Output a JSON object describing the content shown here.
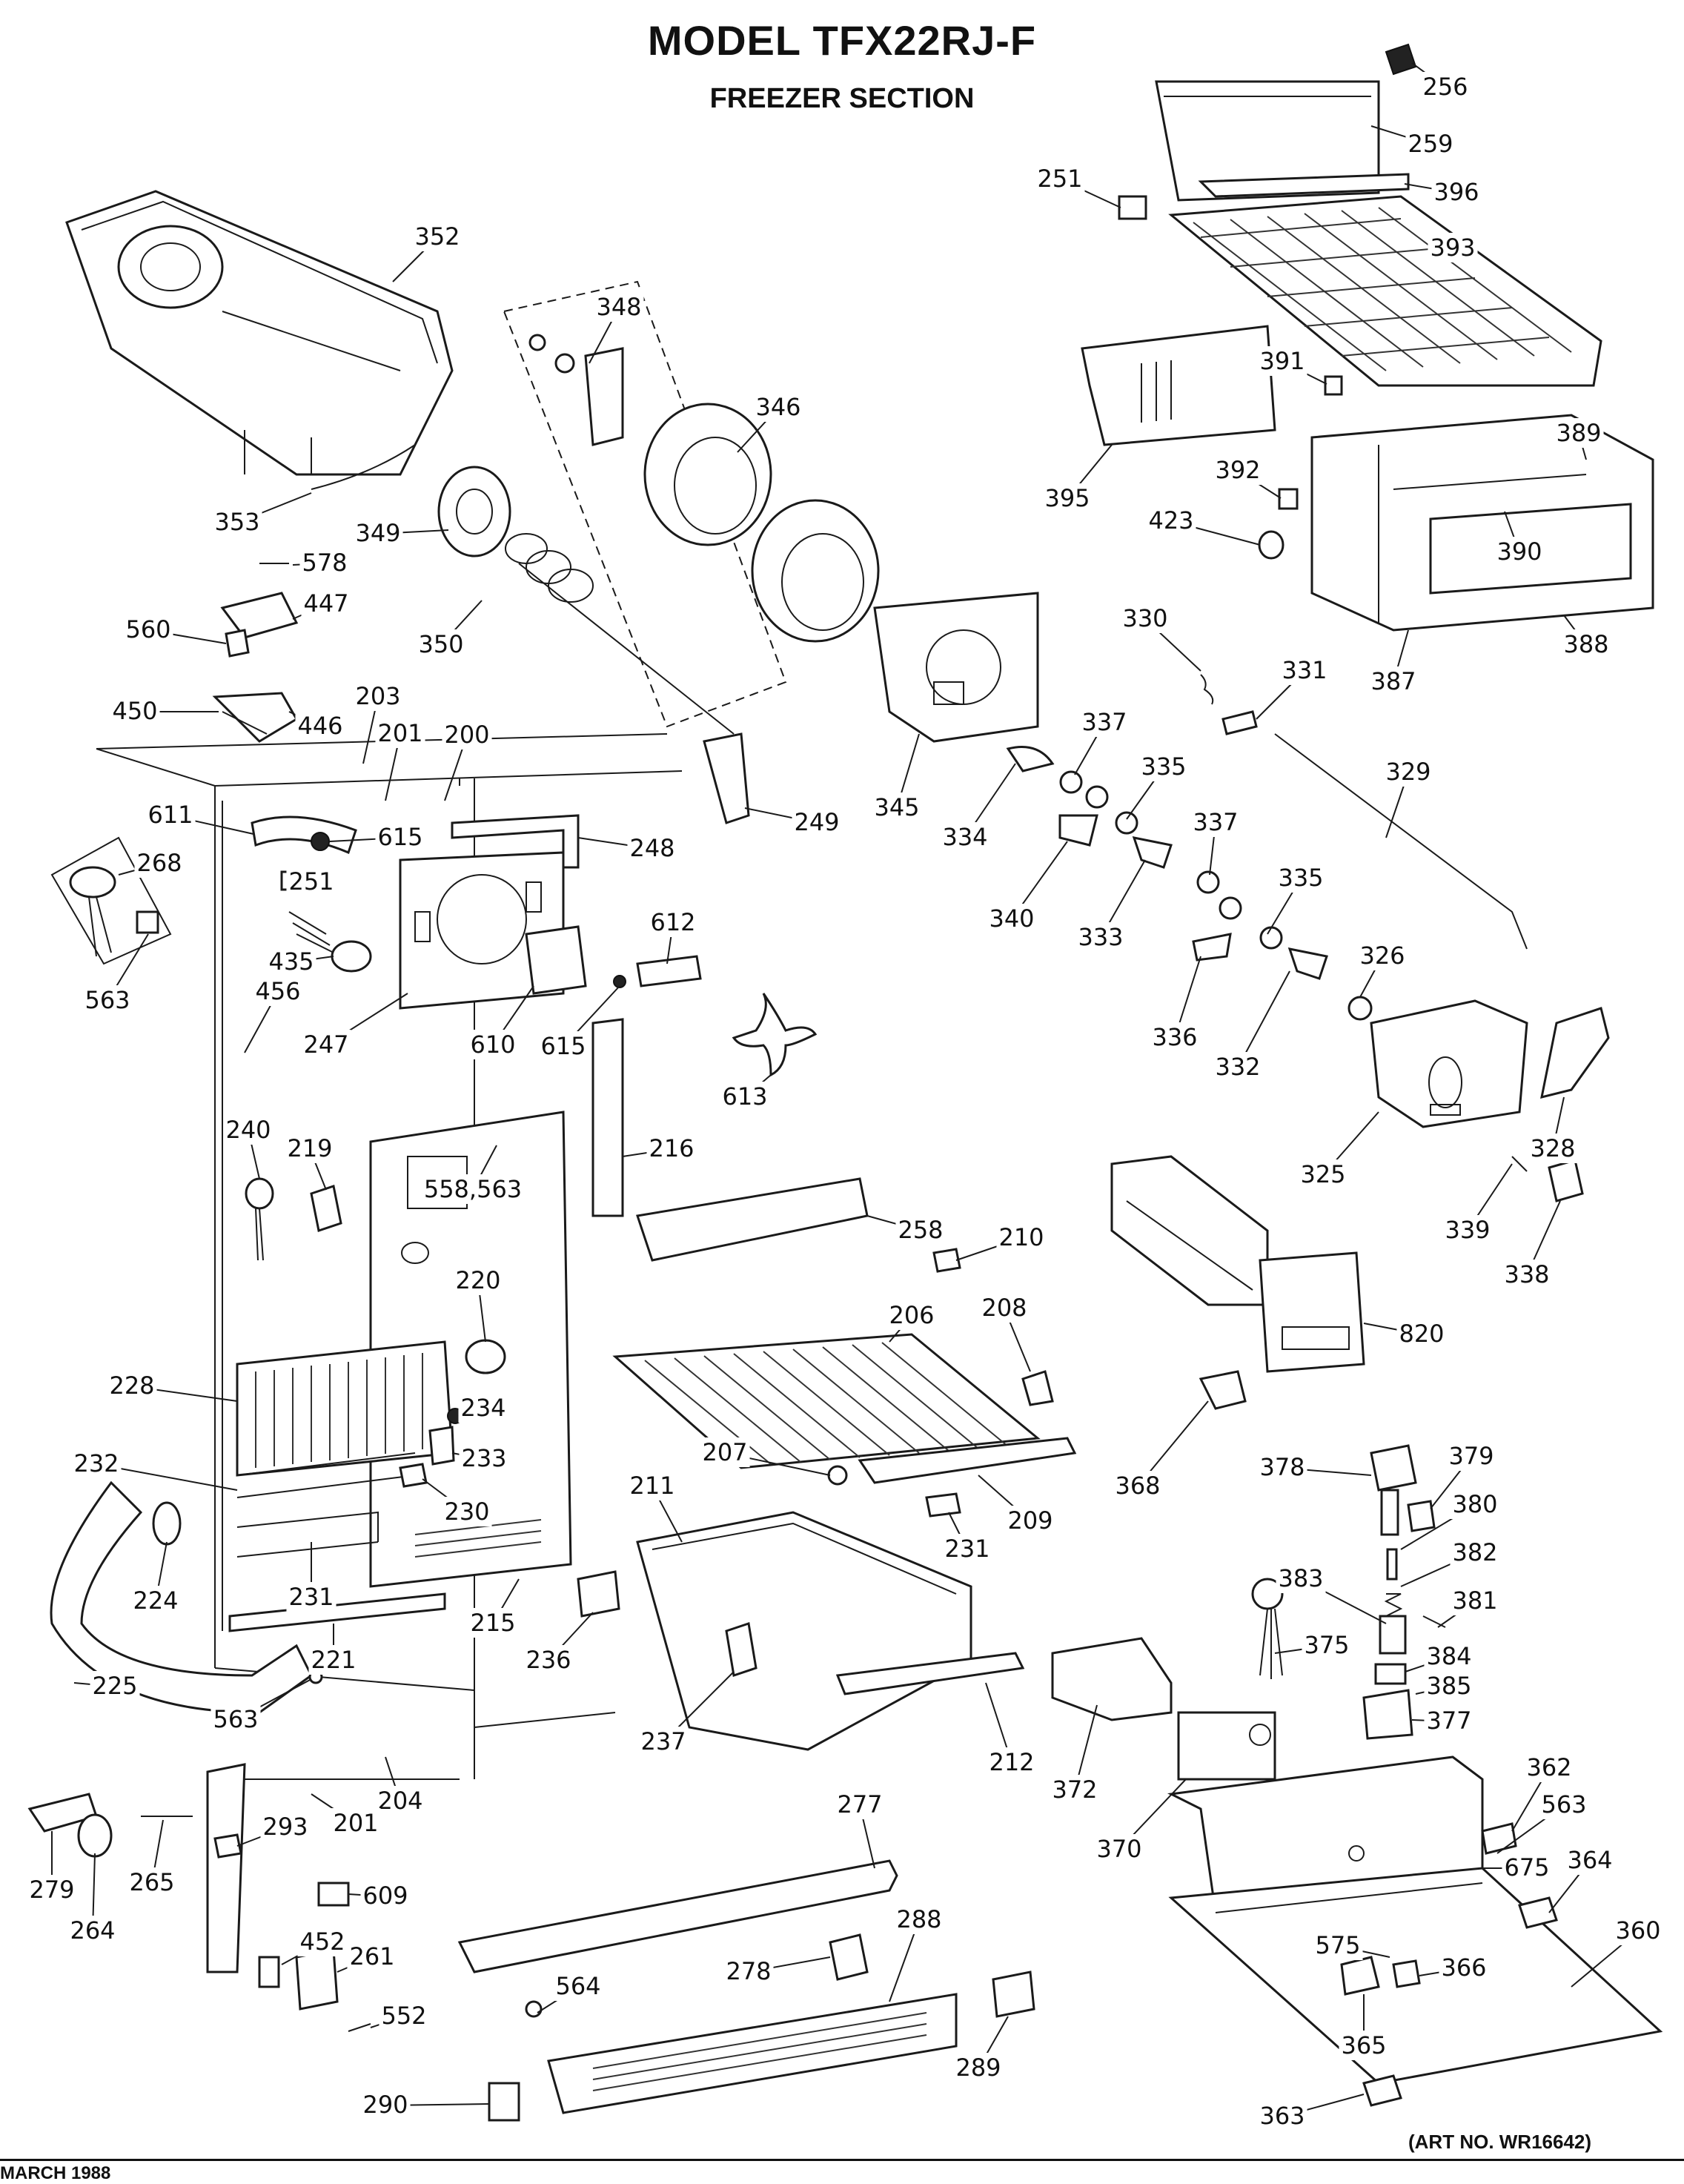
{
  "header": {
    "title": "MODEL TFX22RJ-F",
    "subtitle": "FREEZER SECTION"
  },
  "footer": {
    "art_no": "(ART NO. WR16642)",
    "date": "MARCH 1988"
  },
  "parts": [
    {
      "key": "p256",
      "label": "256"
    },
    {
      "key": "p259",
      "label": "259"
    },
    {
      "key": "p251a",
      "label": "251"
    },
    {
      "key": "p396",
      "label": "396"
    },
    {
      "key": "p393",
      "label": "393"
    },
    {
      "key": "p352",
      "label": "352"
    },
    {
      "key": "p348",
      "label": "348"
    },
    {
      "key": "p346",
      "label": "346"
    },
    {
      "key": "p391",
      "label": "391"
    },
    {
      "key": "p389",
      "label": "389"
    },
    {
      "key": "p392",
      "label": "392"
    },
    {
      "key": "p395",
      "label": "395"
    },
    {
      "key": "p423",
      "label": "423"
    },
    {
      "key": "p390",
      "label": "390"
    },
    {
      "key": "p353",
      "label": "353"
    },
    {
      "key": "p349",
      "label": "349"
    },
    {
      "key": "p578",
      "label": "578"
    },
    {
      "key": "p447",
      "label": "447"
    },
    {
      "key": "p350",
      "label": "350"
    },
    {
      "key": "p560",
      "label": "560"
    },
    {
      "key": "p388",
      "label": "388"
    },
    {
      "key": "p387",
      "label": "387"
    },
    {
      "key": "p330",
      "label": "330"
    },
    {
      "key": "p331",
      "label": "331"
    },
    {
      "key": "p203",
      "label": "203"
    },
    {
      "key": "p450",
      "label": "450"
    },
    {
      "key": "p446",
      "label": "446"
    },
    {
      "key": "p201a",
      "label": "201"
    },
    {
      "key": "p200",
      "label": "200"
    },
    {
      "key": "p337a",
      "label": "337"
    },
    {
      "key": "p335a",
      "label": "335"
    },
    {
      "key": "p329",
      "label": "329"
    },
    {
      "key": "p345",
      "label": "345"
    },
    {
      "key": "p334",
      "label": "334"
    },
    {
      "key": "p249",
      "label": "249"
    },
    {
      "key": "p611",
      "label": "611"
    },
    {
      "key": "p615a",
      "label": "615"
    },
    {
      "key": "p248",
      "label": "248"
    },
    {
      "key": "p268",
      "label": "268"
    },
    {
      "key": "p251b",
      "label": "251"
    },
    {
      "key": "p340",
      "label": "340"
    },
    {
      "key": "p333",
      "label": "333"
    },
    {
      "key": "p337b",
      "label": "337"
    },
    {
      "key": "p335b",
      "label": "335"
    },
    {
      "key": "p612",
      "label": "612"
    },
    {
      "key": "p563a",
      "label": "563"
    },
    {
      "key": "p435",
      "label": "435"
    },
    {
      "key": "p456",
      "label": "456"
    },
    {
      "key": "p247",
      "label": "247"
    },
    {
      "key": "p610",
      "label": "610"
    },
    {
      "key": "p615b",
      "label": "615"
    },
    {
      "key": "p326",
      "label": "326"
    },
    {
      "key": "p336",
      "label": "336"
    },
    {
      "key": "p332",
      "label": "332"
    },
    {
      "key": "p613",
      "label": "613"
    },
    {
      "key": "p240",
      "label": "240"
    },
    {
      "key": "p219",
      "label": "219"
    },
    {
      "key": "p216",
      "label": "216"
    },
    {
      "key": "p558",
      "label": "558,563"
    },
    {
      "key": "p325",
      "label": "325"
    },
    {
      "key": "p328",
      "label": "328"
    },
    {
      "key": "p339",
      "label": "339"
    },
    {
      "key": "p338",
      "label": "338"
    },
    {
      "key": "p258",
      "label": "258"
    },
    {
      "key": "p210",
      "label": "210"
    },
    {
      "key": "p220",
      "label": "220"
    },
    {
      "key": "p206",
      "label": "206"
    },
    {
      "key": "p208",
      "label": "208"
    },
    {
      "key": "p820",
      "label": "820"
    },
    {
      "key": "p228",
      "label": "228"
    },
    {
      "key": "p234",
      "label": "234"
    },
    {
      "key": "p233",
      "label": "233"
    },
    {
      "key": "p232",
      "label": "232"
    },
    {
      "key": "p207",
      "label": "207"
    },
    {
      "key": "p368",
      "label": "368"
    },
    {
      "key": "p378",
      "label": "378"
    },
    {
      "key": "p379",
      "label": "379"
    },
    {
      "key": "p230",
      "label": "230"
    },
    {
      "key": "p209",
      "label": "209"
    },
    {
      "key": "p211",
      "label": "211"
    },
    {
      "key": "p380",
      "label": "380"
    },
    {
      "key": "p382",
      "label": "382"
    },
    {
      "key": "p224",
      "label": "224"
    },
    {
      "key": "p231a",
      "label": "231"
    },
    {
      "key": "p231b",
      "label": "231"
    },
    {
      "key": "p383",
      "label": "383"
    },
    {
      "key": "p381",
      "label": "381"
    },
    {
      "key": "p215",
      "label": "215"
    },
    {
      "key": "p236",
      "label": "236"
    },
    {
      "key": "p375",
      "label": "375"
    },
    {
      "key": "p221",
      "label": "221"
    },
    {
      "key": "p384",
      "label": "384"
    },
    {
      "key": "p385",
      "label": "385"
    },
    {
      "key": "p225",
      "label": "225"
    },
    {
      "key": "p563b",
      "label": "563"
    },
    {
      "key": "p237",
      "label": "237"
    },
    {
      "key": "p212",
      "label": "212"
    },
    {
      "key": "p377",
      "label": "377"
    },
    {
      "key": "p204",
      "label": "204"
    },
    {
      "key": "p372",
      "label": "372"
    },
    {
      "key": "p362",
      "label": "362"
    },
    {
      "key": "p563c",
      "label": "563"
    },
    {
      "key": "p277",
      "label": "277"
    },
    {
      "key": "p293",
      "label": "293"
    },
    {
      "key": "p201b",
      "label": "201"
    },
    {
      "key": "p279",
      "label": "279"
    },
    {
      "key": "p265",
      "label": "265"
    },
    {
      "key": "p370",
      "label": "370"
    },
    {
      "key": "p675",
      "label": "675"
    },
    {
      "key": "p364",
      "label": "364"
    },
    {
      "key": "p264",
      "label": "264"
    },
    {
      "key": "p609",
      "label": "609"
    },
    {
      "key": "p288",
      "label": "288"
    },
    {
      "key": "p360",
      "label": "360"
    },
    {
      "key": "p452",
      "label": "452"
    },
    {
      "key": "p261",
      "label": "261"
    },
    {
      "key": "p278",
      "label": "278"
    },
    {
      "key": "p575",
      "label": "575"
    },
    {
      "key": "p366",
      "label": "366"
    },
    {
      "key": "p564",
      "label": "564"
    },
    {
      "key": "p552",
      "label": "552"
    },
    {
      "key": "p365",
      "label": "365"
    },
    {
      "key": "p290",
      "label": "290"
    },
    {
      "key": "p289",
      "label": "289"
    },
    {
      "key": "p363",
      "label": "363"
    }
  ]
}
